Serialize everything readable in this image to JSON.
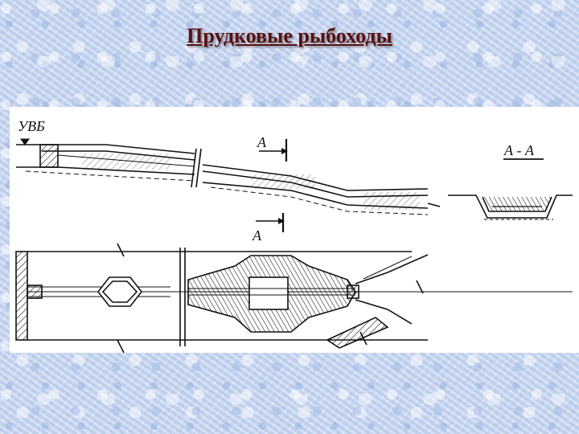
{
  "slide": {
    "title": "Прудковые рыбоходы"
  },
  "drawing": {
    "headwater_label": "УВБ",
    "section_mark": "А",
    "section_title": "А - А"
  }
}
